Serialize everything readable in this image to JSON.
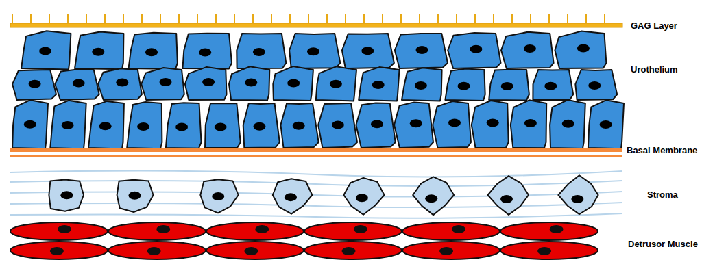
{
  "diagram": {
    "labels": [
      "GAG Layer",
      "Urothelium",
      "Basal Membrane",
      "Stroma",
      "Detrusor Muscle"
    ]
  }
}
